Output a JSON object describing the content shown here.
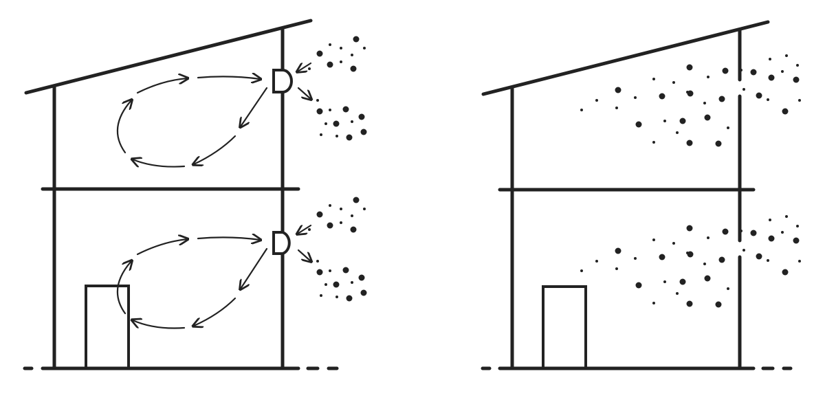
{
  "colors": {
    "ink": "#222222",
    "background": "#ffffff"
  },
  "panels": [
    {
      "name": "house-with-ventilation-units",
      "shows_airflow": true,
      "ventilation_units": 2,
      "particles_inside": false
    },
    {
      "name": "house-without-ventilation",
      "shows_airflow": false,
      "ventilation_units": 0,
      "particles_inside": true
    }
  ],
  "icons": [
    "ventilation-unit-icon",
    "airflow-arrow-icon",
    "particle-dot-icon"
  ]
}
